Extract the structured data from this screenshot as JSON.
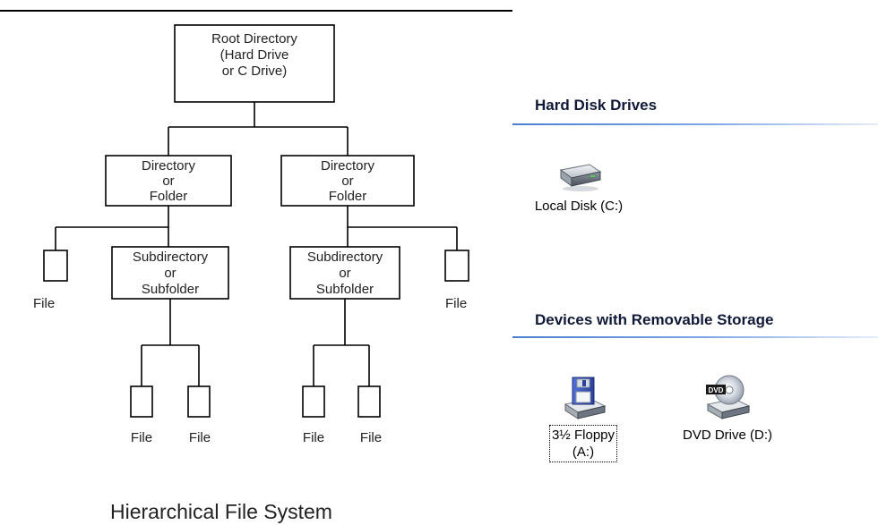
{
  "diagram": {
    "root": [
      "Root Directory",
      "(Hard Drive",
      "or C Drive)"
    ],
    "left_folder": [
      "Directory",
      "or",
      "Folder"
    ],
    "right_folder": [
      "Directory",
      "or",
      "Folder"
    ],
    "left_subfolder": [
      "Subdirectory",
      "or",
      "Subfolder"
    ],
    "right_subfolder": [
      "Subdirectory",
      "or",
      "Subfolder"
    ],
    "file_label": "File",
    "caption": "Hierarchical File System"
  },
  "explorer": {
    "groups": [
      {
        "title": "Hard Disk Drives",
        "items": [
          {
            "label": "Local Disk (C:)",
            "icon": "hard-disk-icon"
          }
        ]
      },
      {
        "title": "Devices with Removable Storage",
        "items": [
          {
            "label_lines": [
              "3½ Floppy",
              "(A:)"
            ],
            "icon": "floppy-drive-icon",
            "focused": true
          },
          {
            "label": "DVD Drive (D:)",
            "icon": "dvd-drive-icon"
          }
        ]
      }
    ],
    "colors": {
      "group_line": "#4a7fd0",
      "group_title": "#101a38"
    }
  }
}
